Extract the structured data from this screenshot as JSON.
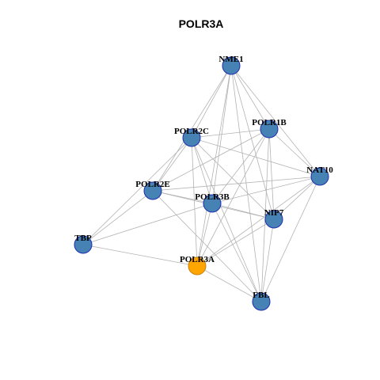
{
  "title": "POLR3A",
  "colors": {
    "background": "#ffffff",
    "node_default": "#4682b4",
    "node_border": "#1c2fb0",
    "node_highlight": "#ffa500",
    "node_highlight_border": "#c8820a",
    "edge": "#b3b3b3",
    "label": "#000000"
  },
  "nodes": [
    {
      "id": "NME1",
      "label": "NME1",
      "highlight": false
    },
    {
      "id": "POLR1B",
      "label": "POLR1B",
      "highlight": false
    },
    {
      "id": "POLR2C",
      "label": "POLR2C",
      "highlight": false
    },
    {
      "id": "NAT10",
      "label": "NAT10",
      "highlight": false
    },
    {
      "id": "POLR2E",
      "label": "POLR2E",
      "highlight": false
    },
    {
      "id": "POLR3B",
      "label": "POLR3B",
      "highlight": false
    },
    {
      "id": "NIP7",
      "label": "NIP7",
      "highlight": false
    },
    {
      "id": "TBP",
      "label": "TBP",
      "highlight": false
    },
    {
      "id": "POLR3A",
      "label": "POLR3A",
      "highlight": true
    },
    {
      "id": "FBL",
      "label": "FBL",
      "highlight": false
    }
  ],
  "edges": [
    [
      "NME1",
      "POLR1B"
    ],
    [
      "NME1",
      "POLR2C"
    ],
    [
      "NME1",
      "NAT10"
    ],
    [
      "NME1",
      "POLR2E"
    ],
    [
      "NME1",
      "POLR3B"
    ],
    [
      "NME1",
      "NIP7"
    ],
    [
      "NME1",
      "POLR3A"
    ],
    [
      "NME1",
      "FBL"
    ],
    [
      "POLR1B",
      "POLR2C"
    ],
    [
      "POLR1B",
      "NAT10"
    ],
    [
      "POLR1B",
      "POLR2E"
    ],
    [
      "POLR1B",
      "POLR3B"
    ],
    [
      "POLR1B",
      "NIP7"
    ],
    [
      "POLR1B",
      "POLR3A"
    ],
    [
      "POLR1B",
      "FBL"
    ],
    [
      "POLR2C",
      "NAT10"
    ],
    [
      "POLR2C",
      "POLR2E"
    ],
    [
      "POLR2C",
      "POLR3B"
    ],
    [
      "POLR2C",
      "NIP7"
    ],
    [
      "POLR2C",
      "TBP"
    ],
    [
      "POLR2C",
      "POLR3A"
    ],
    [
      "POLR2C",
      "FBL"
    ],
    [
      "NAT10",
      "POLR2E"
    ],
    [
      "NAT10",
      "POLR3B"
    ],
    [
      "NAT10",
      "NIP7"
    ],
    [
      "NAT10",
      "POLR3A"
    ],
    [
      "NAT10",
      "FBL"
    ],
    [
      "POLR2E",
      "POLR3B"
    ],
    [
      "POLR2E",
      "NIP7"
    ],
    [
      "POLR2E",
      "TBP"
    ],
    [
      "POLR2E",
      "FBL"
    ],
    [
      "POLR3B",
      "NIP7"
    ],
    [
      "POLR3B",
      "TBP"
    ],
    [
      "POLR3B",
      "POLR3A"
    ],
    [
      "POLR3B",
      "FBL"
    ],
    [
      "NIP7",
      "POLR3A"
    ],
    [
      "NIP7",
      "FBL"
    ],
    [
      "TBP",
      "POLR3A"
    ],
    [
      "POLR3A",
      "FBL"
    ]
  ]
}
